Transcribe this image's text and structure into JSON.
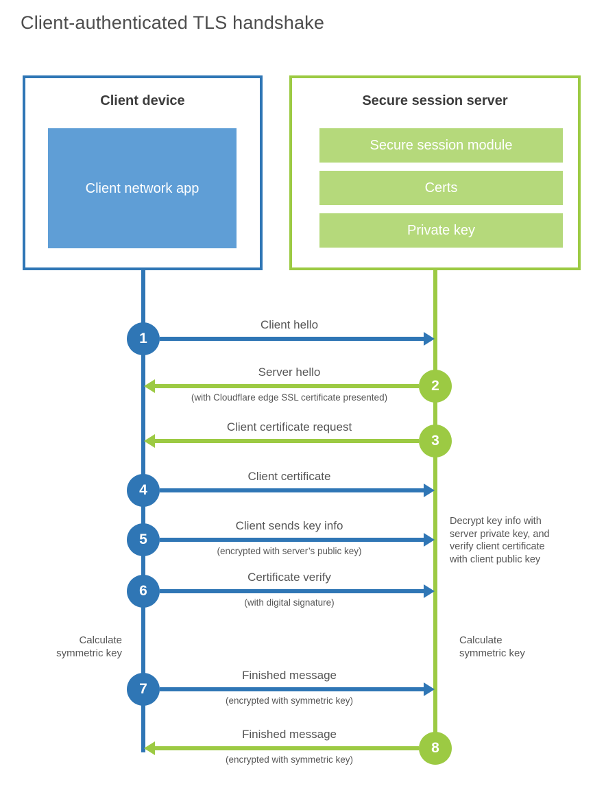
{
  "title": "Client-authenticated TLS handshake",
  "colors": {
    "blue": "#2f76b5",
    "blue_light": "#5f9ed6",
    "green": "#9cca43",
    "green_light": "#b5d97b"
  },
  "client_box": {
    "title": "Client device",
    "app_label": "Client network app"
  },
  "server_box": {
    "title": "Secure session server",
    "modules": [
      "Secure session module",
      "Certs",
      "Private key"
    ]
  },
  "steps": [
    {
      "num": "1",
      "label": "Client hello",
      "sub": "",
      "direction": "right",
      "color": "blue"
    },
    {
      "num": "2",
      "label": "Server hello",
      "sub": "(with Cloudflare edge SSL certificate presented)",
      "direction": "left",
      "color": "green"
    },
    {
      "num": "3",
      "label": "Client certificate request",
      "sub": "",
      "direction": "left",
      "color": "green"
    },
    {
      "num": "4",
      "label": "Client certificate",
      "sub": "",
      "direction": "right",
      "color": "blue"
    },
    {
      "num": "5",
      "label": "Client sends key info",
      "sub": "(encrypted with server’s public key)",
      "direction": "right",
      "color": "blue"
    },
    {
      "num": "6",
      "label": "Certificate verify",
      "sub": "(with digital signature)",
      "direction": "right",
      "color": "blue"
    },
    {
      "num": "7",
      "label": "Finished message",
      "sub": "(encrypted with symmetric key)",
      "direction": "right",
      "color": "blue"
    },
    {
      "num": "8",
      "label": "Finished message",
      "sub": "(encrypted with symmetric key)",
      "direction": "left",
      "color": "green"
    }
  ],
  "annotations": {
    "decrypt_note": "Decrypt key info with\nserver private key, and\nverify client certificate\nwith client public key",
    "left_note": "Calculate\nsymmetric key",
    "right_note": "Calculate\nsymmetric key"
  }
}
